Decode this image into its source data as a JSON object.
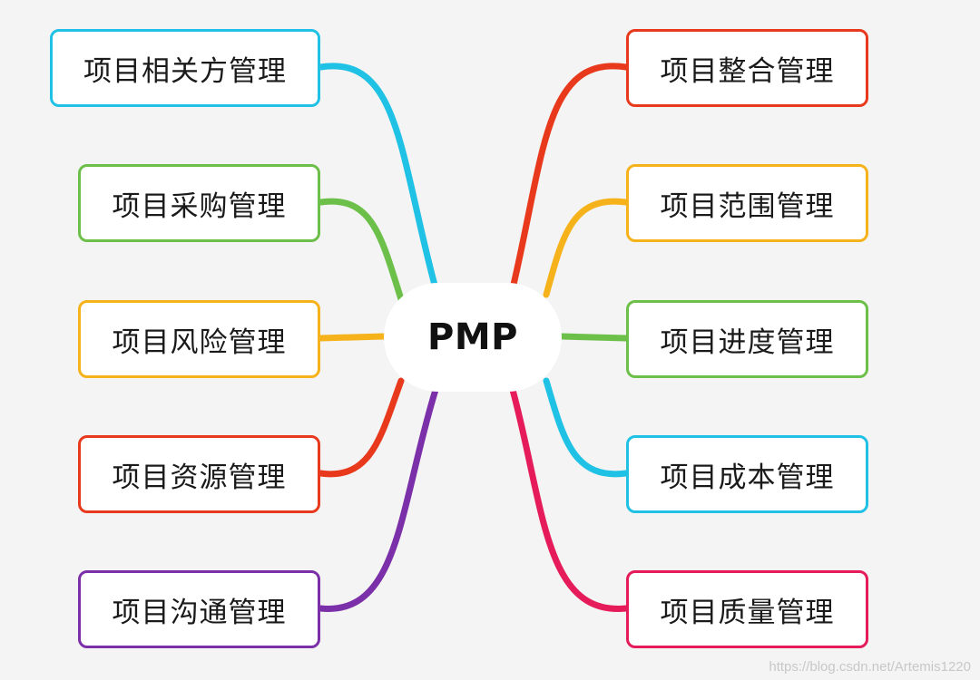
{
  "center": {
    "label": "PMP"
  },
  "nodes": {
    "left": [
      {
        "label": "项目相关方管理",
        "color": "#1fc1e4"
      },
      {
        "label": "项目采购管理",
        "color": "#6cc04a"
      },
      {
        "label": "项目风险管理",
        "color": "#f6b21a"
      },
      {
        "label": "项目资源管理",
        "color": "#e8391d"
      },
      {
        "label": "项目沟通管理",
        "color": "#7b2fa8"
      }
    ],
    "right": [
      {
        "label": "项目整合管理",
        "color": "#e8391d"
      },
      {
        "label": "项目范围管理",
        "color": "#f6b21a"
      },
      {
        "label": "项目进度管理",
        "color": "#6cc04a"
      },
      {
        "label": "项目成本管理",
        "color": "#1fc1e4"
      },
      {
        "label": "项目质量管理",
        "color": "#e51b5a"
      }
    ]
  },
  "watermark": "https://blog.csdn.net/Artemis1220"
}
